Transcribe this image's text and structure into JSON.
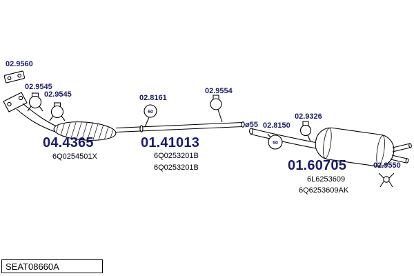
{
  "colors": {
    "part_number_text": "#1a1a6a",
    "reference_text": "#000000",
    "line": "#000000",
    "background": "#ffffff"
  },
  "labels": {
    "l_029560": "02.9560",
    "l_029545a": "02.9545",
    "l_029545b": "02.9545",
    "l_028161": "02.8161",
    "l_029554": "02.9554",
    "l_028150": "02.8150",
    "l_029326": "02.9326",
    "l_029550": "02.9550",
    "dia55": "ø55",
    "icon60": "60",
    "icon50": "50"
  },
  "assemblies": {
    "cat": {
      "number": "04.4365",
      "ref1": "6Q0254501X"
    },
    "mid": {
      "number": "01.41013",
      "ref1": "6Q0253201B",
      "ref2": "6Q0253201B"
    },
    "rear": {
      "number": "01.60705",
      "ref1": "6L6253609",
      "ref2": "6Q6253609AK"
    }
  },
  "footer": {
    "code": "SEAT08660A"
  }
}
